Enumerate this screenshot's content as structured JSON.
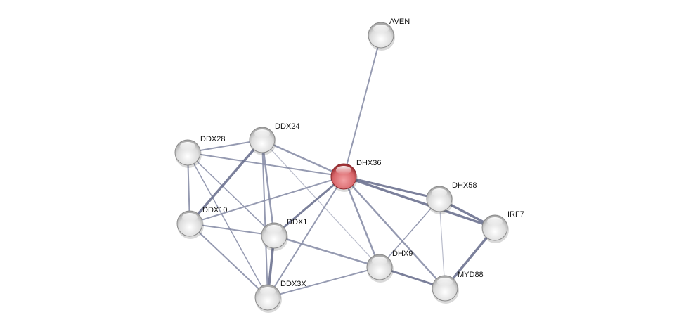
{
  "network": {
    "nodes": [
      {
        "id": "AVEN",
        "label": "AVEN",
        "query": false
      },
      {
        "id": "DDX24",
        "label": "DDX24",
        "query": false
      },
      {
        "id": "DDX28",
        "label": "DDX28",
        "query": false
      },
      {
        "id": "DHX36",
        "label": "DHX36",
        "query": true
      },
      {
        "id": "DHX58",
        "label": "DHX58",
        "query": false
      },
      {
        "id": "IRF7",
        "label": "IRF7",
        "query": false
      },
      {
        "id": "DDX10",
        "label": "DDX10",
        "query": false
      },
      {
        "id": "DDX1",
        "label": "DDX1",
        "query": false
      },
      {
        "id": "DHX9",
        "label": "DHX9",
        "query": false
      },
      {
        "id": "MYD88",
        "label": "MYD88",
        "query": false
      },
      {
        "id": "DDX3X",
        "label": "DDX3X",
        "query": false
      }
    ],
    "edges": [
      [
        "AVEN",
        "DHX36",
        2
      ],
      [
        "DDX28",
        "DDX24",
        2
      ],
      [
        "DDX28",
        "DHX36",
        2
      ],
      [
        "DDX28",
        "DDX10",
        2
      ],
      [
        "DDX28",
        "DDX1",
        1.5
      ],
      [
        "DDX28",
        "DDX3X",
        1.5
      ],
      [
        "DDX24",
        "DHX36",
        2.5
      ],
      [
        "DDX24",
        "DDX10",
        3.5
      ],
      [
        "DDX24",
        "DDX1",
        2.5
      ],
      [
        "DDX24",
        "DDX3X",
        2
      ],
      [
        "DDX24",
        "DHX9",
        1.2
      ],
      [
        "DHX36",
        "DDX10",
        2
      ],
      [
        "DHX36",
        "DDX1",
        3
      ],
      [
        "DHX36",
        "DDX3X",
        2
      ],
      [
        "DHX36",
        "DHX9",
        2.5
      ],
      [
        "DHX36",
        "MYD88",
        2.5
      ],
      [
        "DHX36",
        "DHX58",
        3
      ],
      [
        "DHX36",
        "IRF7",
        3.5
      ],
      [
        "DDX10",
        "DDX1",
        2
      ],
      [
        "DDX10",
        "DDX3X",
        2
      ],
      [
        "DDX1",
        "DDX3X",
        3.5
      ],
      [
        "DDX1",
        "DHX9",
        2.5
      ],
      [
        "DDX3X",
        "DHX9",
        2
      ],
      [
        "DHX58",
        "IRF7",
        3.5
      ],
      [
        "DHX58",
        "DHX9",
        1.5
      ],
      [
        "DHX58",
        "MYD88",
        1.2
      ],
      [
        "IRF7",
        "MYD88",
        3.5
      ],
      [
        "DHX9",
        "MYD88",
        3
      ]
    ],
    "colors": {
      "edge": "#8a8fa8",
      "node": "#e6e6e6",
      "query_node": "#d9686c"
    }
  }
}
